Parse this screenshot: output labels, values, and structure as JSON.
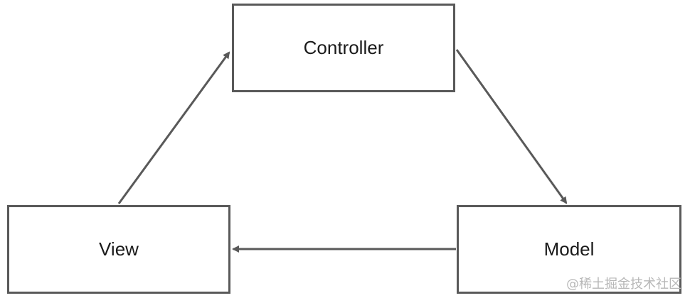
{
  "diagram": {
    "nodes": {
      "controller": {
        "label": "Controller"
      },
      "view": {
        "label": "View"
      },
      "model": {
        "label": "Model"
      }
    },
    "edges": [
      {
        "from": "view",
        "to": "controller"
      },
      {
        "from": "controller",
        "to": "model"
      },
      {
        "from": "model",
        "to": "view"
      }
    ],
    "colors": {
      "stroke": "#595959",
      "text": "#1a1a1a"
    }
  },
  "watermark": {
    "text": "@稀土掘金技术社区"
  }
}
